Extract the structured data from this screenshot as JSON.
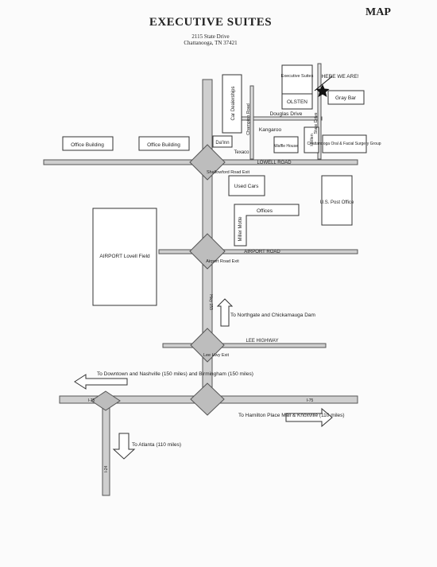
{
  "header": {
    "title": "EXECUTIVE SUITES",
    "address_line1": "2115 State Drive",
    "address_line2": "Chattanooga, TN 37421",
    "map_label": "MAP"
  },
  "buildings": {
    "office_building_1": "Office Building",
    "office_building_2": "Office Building",
    "car_dealerships": "Car Dealerships",
    "executive_suites": "Executive Suites",
    "olsten": "OLSTEN",
    "here_we_are": "HERE WE ARE!",
    "gray_bar": "Gray Bar",
    "kangaroo": "Kangaroo",
    "waffle_house": "Waffle House",
    "hellen": "Hellen",
    "surgery_group": "Chattanooga Oral & Facial Surgery Group",
    "texaco": "Texaco",
    "days_inn": "Da'Inn",
    "used_cars": "Used Cars",
    "us_post_office": "U.S. Post Office",
    "offices": "Offices",
    "miller_motte": "Miller Motte",
    "airport": "AIRPORT Lovell Field"
  },
  "roads": {
    "douglas_drive": "Douglas Drive",
    "champion_road": "Champion Road",
    "state_drive": "State Drive",
    "lowell_road": "LOWELL ROAD",
    "airport_road": "AIRPORT ROAD",
    "lee_highway": "LEE HIGHWAY",
    "i75": "I-75",
    "i24": "I-24",
    "hwy_153": "Hwy 153",
    "shallowford_exit": "Shallowford Road Exit",
    "airport_exit": "Airport Road Exit",
    "lee_hwy_exit": "Lee Hwy Exit"
  },
  "directions": {
    "northgate": "To Northgate and Chickamauga Dam",
    "downtown": "To Downtown and Nashville (150 miles) and Birmingham (150 miles)",
    "hamilton_place": "To Hamilton Place Mall & Knoxville (110 miles)",
    "atlanta": "To Atlanta (110 miles)"
  },
  "colors": {
    "road_fill": "#cfcfcf",
    "road_edge": "#555555",
    "ink": "#222222"
  }
}
